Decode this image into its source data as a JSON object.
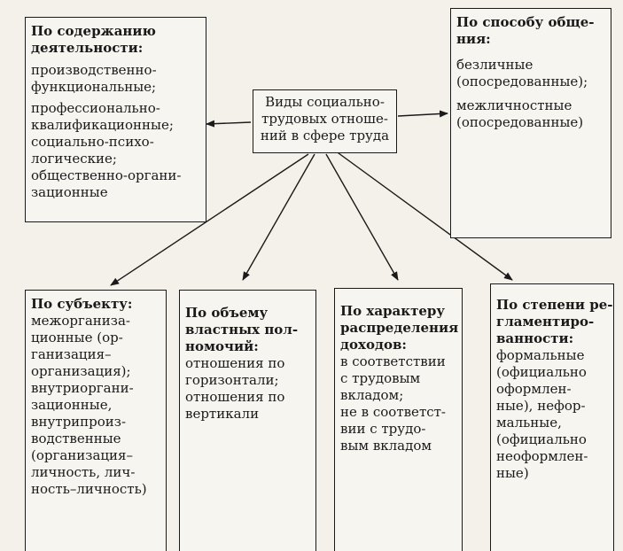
{
  "center": {
    "lines": [
      "Виды социально-",
      "трудовых отноше-",
      "ний в сфере труда"
    ]
  },
  "boxes": {
    "content": {
      "title": [
        "По содержанию",
        "деятельности:"
      ],
      "items": [
        "производственно-",
        "функциональные;",
        "профессионально-",
        "квалификационные;",
        "социально-психо-",
        "логические;",
        "общественно-органи-",
        "зационные"
      ]
    },
    "communication": {
      "title": [
        "По способу обще-",
        "ния:"
      ],
      "items": [
        "безличные",
        "(опосредованные);",
        "межличностные",
        "(опосредованные)"
      ]
    },
    "subject": {
      "title": [
        "По субъекту:"
      ],
      "items": [
        "межорганиза-",
        "ционные (ор-",
        "ганизация–",
        "организация);",
        "внутриоргани-",
        "зационные,",
        "внутрипроиз-",
        "водственные",
        "(организация–",
        "личность, лич-",
        "ность–личность)"
      ]
    },
    "power": {
      "title": [
        "По объему",
        "властных пол-",
        "номочий:"
      ],
      "items": [
        "отношения по",
        "горизонтали;",
        "отношения по",
        "вертикали"
      ]
    },
    "income": {
      "title": [
        "По характеру",
        "распределения",
        "доходов:"
      ],
      "items": [
        "в соответствии",
        "с трудовым",
        "вкладом;",
        "не в соответст-",
        "вии с трудо-",
        "вым вкладом"
      ]
    },
    "regulation": {
      "title": [
        "По степени ре-",
        "гламентиро-",
        "ванности:"
      ],
      "items": [
        "формальные",
        "(официально",
        "оформлен-",
        "ные), нефор-",
        "мальные,",
        "(официально",
        "неоформлен-",
        "ные)"
      ]
    }
  }
}
